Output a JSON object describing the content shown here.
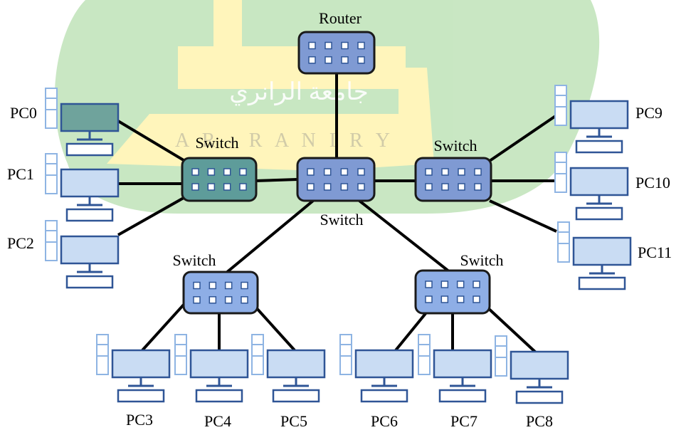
{
  "watermark": {
    "arabic_text": "جامعة الرانري",
    "latin_text": "A R - R A N I R Y",
    "colors": {
      "green": "#bfe3b8",
      "yellow": "#fff4b0"
    }
  },
  "colors": {
    "line": "#000000",
    "device_fill": "#c9dcf3",
    "device_stroke": "#2f5596",
    "switch_fill": "#8eaee6",
    "switch_stroke": "#1a1a1a",
    "port_fill": "#ffffff",
    "port_stroke": "#2f5596"
  },
  "labels": {
    "router": "Router",
    "switch_left": "Switch",
    "switch_right": "Switch",
    "switch_center": "Switch",
    "switch_bottom_left": "Switch",
    "switch_bottom_right": "Switch",
    "pc0": "PC0",
    "pc1": "PC1",
    "pc2": "PC2",
    "pc3": "PC3",
    "pc4": "PC4",
    "pc5": "PC5",
    "pc6": "PC6",
    "pc7": "PC7",
    "pc8": "PC8",
    "pc9": "PC9",
    "pc10": "PC10",
    "pc11": "PC11"
  }
}
